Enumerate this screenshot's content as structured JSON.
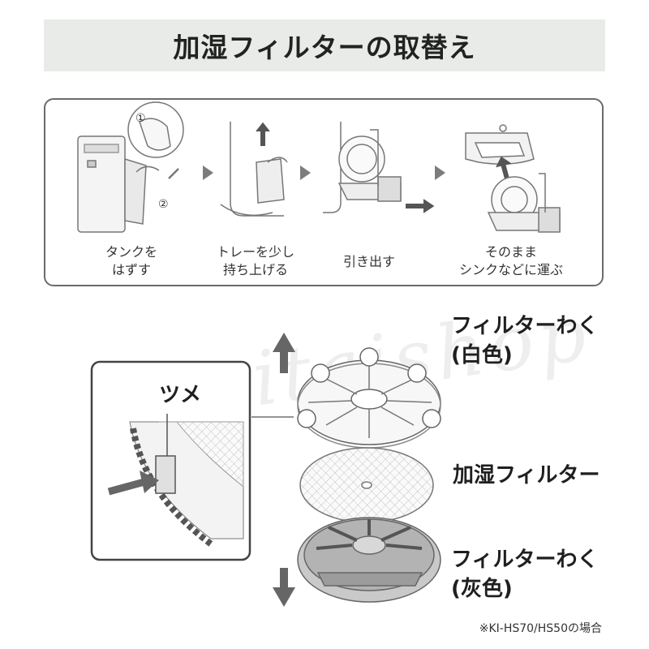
{
  "title": "加湿フィルターの取替え",
  "steps": [
    {
      "caption": "タンクを\nはずす"
    },
    {
      "caption": "トレーを少し\n持ち上げる"
    },
    {
      "caption": "引き出す"
    },
    {
      "caption": "そのまま\nシンクなどに運ぶ"
    }
  ],
  "step_markers": [
    "①",
    "②"
  ],
  "labels": {
    "frame_white": "フィルターわく\n(白色)",
    "filter": "加湿フィルター",
    "frame_gray": "フィルターわく\n(灰色)",
    "tsume": "ツメ"
  },
  "watermark": "eitaishop",
  "note": "※KI-HS70/HS50の場合",
  "colors": {
    "title_bg": "#e8ebe8",
    "box_border": "#6b6b6b",
    "arrow": "#7c7c7c",
    "text": "#1e1e1e"
  }
}
